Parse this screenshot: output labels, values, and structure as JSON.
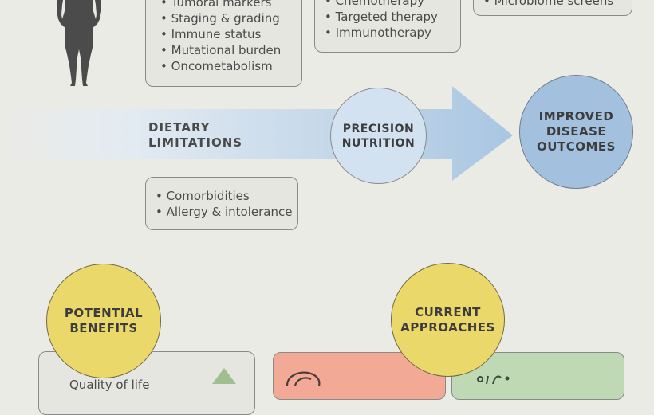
{
  "tumor_box": {
    "items": [
      "Tumoral markers",
      "Staging & grading",
      "Immune status",
      "Mutational burden",
      "Oncometabolism"
    ]
  },
  "therapy_box": {
    "items": [
      "Chemotherapy",
      "Targeted therapy",
      "Immunotherapy"
    ]
  },
  "microbiome_box": {
    "items": [
      "Microbiome screens"
    ]
  },
  "limitations_box": {
    "items": [
      "Comorbidities",
      "Allergy & intolerance"
    ]
  },
  "arrow": {
    "label_line1": "DIETARY",
    "label_line2": "LIMITATIONS"
  },
  "precision_circle": {
    "label": "PRECISION\nNUTRITION"
  },
  "outcome_circle": {
    "label": "IMPROVED\nDISEASE\nOUTCOMES"
  },
  "benefits_circle": {
    "label": "POTENTIAL\nBENEFITS"
  },
  "approaches_circle": {
    "label": "CURRENT\nAPPROACHES"
  },
  "benefits_box": {
    "text": "Quality of life"
  },
  "colors": {
    "arrow_light": "#e3ebf2",
    "arrow_dark": "#a9c6e2",
    "precision_fill": "#d2e2f1",
    "outcome_fill": "#a3c1df",
    "yellow": "#ebd86a",
    "salmon": "#f2a995",
    "green": "#bfd9b5",
    "figure": "#4b4b4b"
  }
}
